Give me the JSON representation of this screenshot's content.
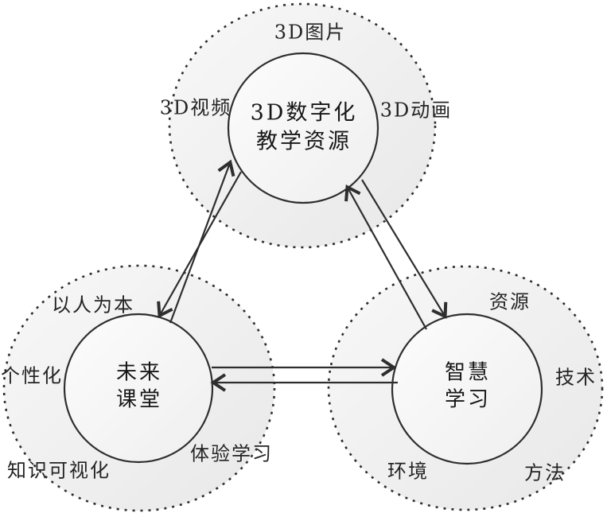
{
  "diagram": {
    "background": "#ffffff",
    "stroke_color": "#2e2e2e",
    "outer_circle_fill": "#ededed",
    "inner_circle_fill": "#f6f6f6",
    "nodes": {
      "top": {
        "center_line1": "3D数字化",
        "center_line2": "教学资源",
        "satellite_top": "3D图片",
        "satellite_left": "3D视频",
        "satellite_right": "3D动画"
      },
      "bottom_left": {
        "center_line1": "未来",
        "center_line2": "课堂",
        "satellite_top": "以人为本",
        "satellite_left": "个性化",
        "satellite_bottom_left": "知识可视化",
        "satellite_bottom_right": "体验学习"
      },
      "bottom_right": {
        "center_line1": "智慧",
        "center_line2": "学习",
        "satellite_top_right": "资源",
        "satellite_right": "技术",
        "satellite_bottom_left": "环境",
        "satellite_bottom_right": "方法"
      }
    },
    "connections": [
      {
        "between": [
          "未来课堂",
          "3D数字化教学资源"
        ],
        "style": "two-opposed-arrows"
      },
      {
        "between": [
          "智慧学习",
          "3D数字化教学资源"
        ],
        "style": "two-opposed-arrows"
      },
      {
        "between": [
          "未来课堂",
          "智慧学习"
        ],
        "style": "two-opposed-arrows"
      }
    ]
  }
}
